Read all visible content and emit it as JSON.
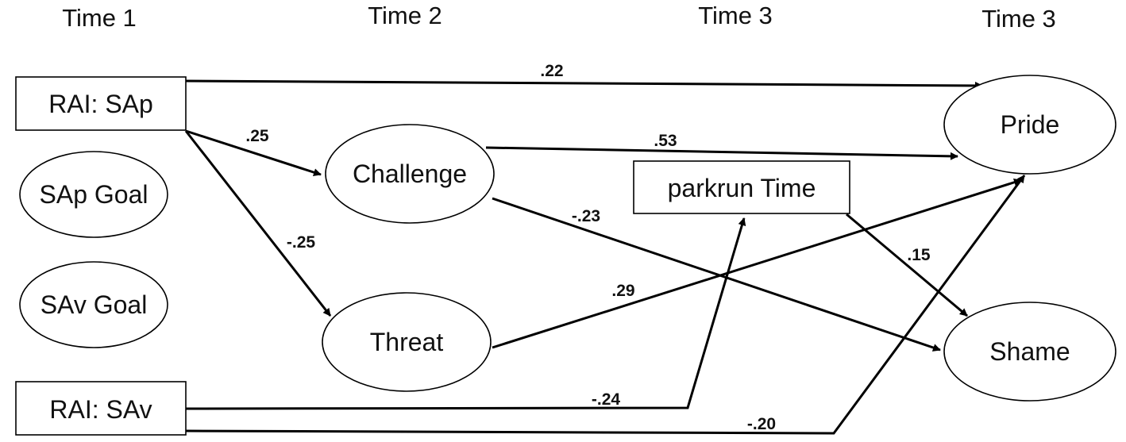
{
  "headers": {
    "time1": "Time 1",
    "time2": "Time 2",
    "time3a": "Time 3",
    "time3b": "Time 3"
  },
  "nodes": {
    "rai_sap": "RAI: SAp",
    "sap_goal": "SAp Goal",
    "sav_goal": "SAv Goal",
    "rai_sav": "RAI: SAv",
    "challenge": "Challenge",
    "threat": "Threat",
    "parkrun_time": "parkrun Time",
    "pride": "Pride",
    "shame": "Shame"
  },
  "paths": {
    "rai_sap_to_pride": ".22",
    "rai_sap_to_challenge": ".25",
    "rai_sap_to_threat": "-.25",
    "challenge_to_pride": ".53",
    "challenge_to_shame": "-.23",
    "threat_to_pride": ".29",
    "parkrun_to_shame": ".15",
    "rai_sav_to_parkrun": "-.24",
    "rai_sav_to_pride": "-.20"
  }
}
